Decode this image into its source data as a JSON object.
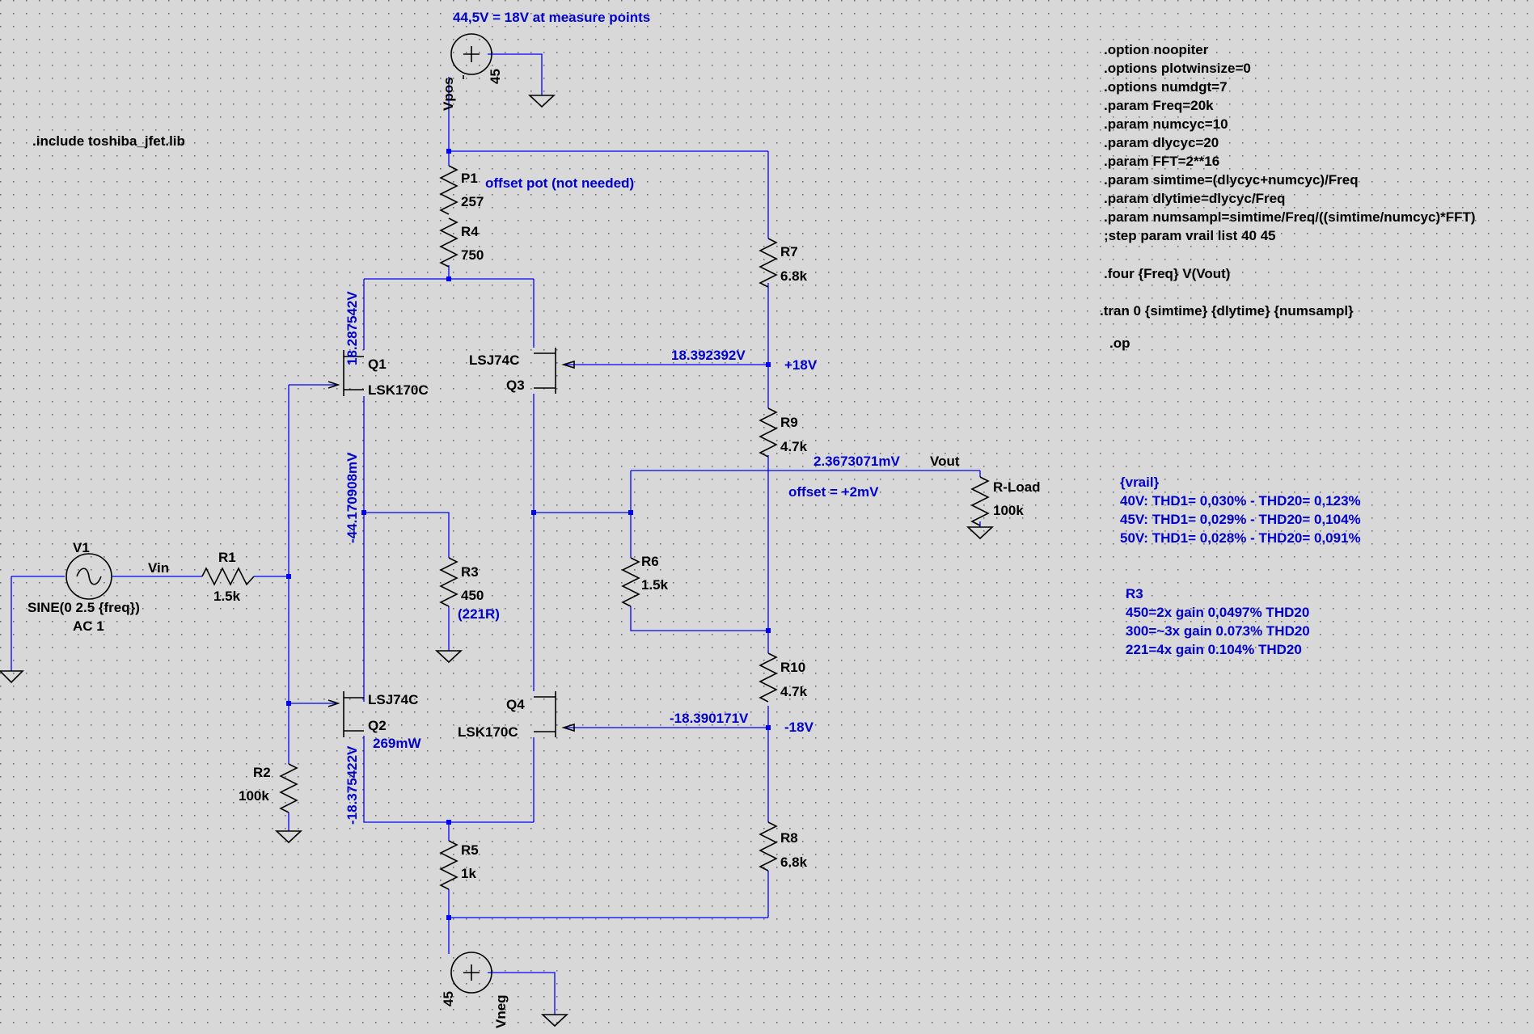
{
  "include": ".include toshiba_jfet.lib",
  "directives": [
    ".option noopiter",
    ".options plotwinsize=0",
    ".options numdgt=7",
    ".param Freq=20k",
    ".param numcyc=10",
    ".param dlycyc=20",
    ".param FFT=2**16",
    ".param simtime=(dlycyc+numcyc)/Freq",
    ".param dlytime=dlycyc/Freq",
    ".param numsampl=simtime/Freq/((simtime/numcyc)*FFT)",
    ";step param vrail list 40 45"
  ],
  "four_directive": ".four {Freq} V(Vout)",
  "tran_directive": ".tran 0 {simtime} {dlytime} {numsampl}",
  "op_directive": ".op",
  "notes": {
    "top": "44,5V = 18V at measure points",
    "offset_pot": "offset pot (not needed)",
    "offset": "offset = +2mV",
    "vrail_header": "{vrail}",
    "vrail_rows": [
      "40V: THD1= 0,030% - THD20= 0,123%",
      "45V: THD1= 0,029% - THD20= 0,104%",
      "50V: THD1= 0,028% - THD20= 0,091%"
    ],
    "r3_header": "R3",
    "r3_rows": [
      "450=2x gain 0,0497% THD20",
      "300=~3x gain 0.073% THD20",
      "221=4x gain 0.104% THD20"
    ],
    "r3_alt": "(221R)",
    "q2_power": "269mW"
  },
  "voltages": {
    "q1_drain": "18.287542V",
    "mid": "-44.170908mV",
    "q2_drain": "-18.375422V",
    "q3_gate": "18.392392V",
    "q4_gate": "-18.390171V",
    "vout": "2.3673071mV"
  },
  "nets": {
    "vpos": "Vpos",
    "vneg": "Vneg",
    "vin": "Vin",
    "vout": "Vout",
    "plus18": "+18V",
    "minus18": "-18V"
  },
  "components": {
    "vpos": {
      "value": "45"
    },
    "vneg": {
      "value": "45"
    },
    "v1": {
      "name": "V1",
      "value": "SINE(0 2.5 {freq})",
      "ac": "AC 1"
    },
    "p1": {
      "name": "P1",
      "value": "257"
    },
    "r1": {
      "name": "R1",
      "value": "1.5k"
    },
    "r2": {
      "name": "R2",
      "value": "100k"
    },
    "r3": {
      "name": "R3",
      "value": "450"
    },
    "r4": {
      "name": "R4",
      "value": "750"
    },
    "r5": {
      "name": "R5",
      "value": "1k"
    },
    "r6": {
      "name": "R6",
      "value": "1.5k"
    },
    "r7": {
      "name": "R7",
      "value": "6.8k"
    },
    "r8": {
      "name": "R8",
      "value": "6.8k"
    },
    "r9": {
      "name": "R9",
      "value": "4.7k"
    },
    "r10": {
      "name": "R10",
      "value": "4.7k"
    },
    "rload": {
      "name": "R-Load",
      "value": "100k"
    },
    "q1": {
      "name": "Q1",
      "model": "LSK170C"
    },
    "q2": {
      "name": "Q2",
      "model": "LSJ74C"
    },
    "q3": {
      "name": "Q3",
      "model": "LSJ74C"
    },
    "q4": {
      "name": "Q4",
      "model": "LSK170C"
    }
  }
}
